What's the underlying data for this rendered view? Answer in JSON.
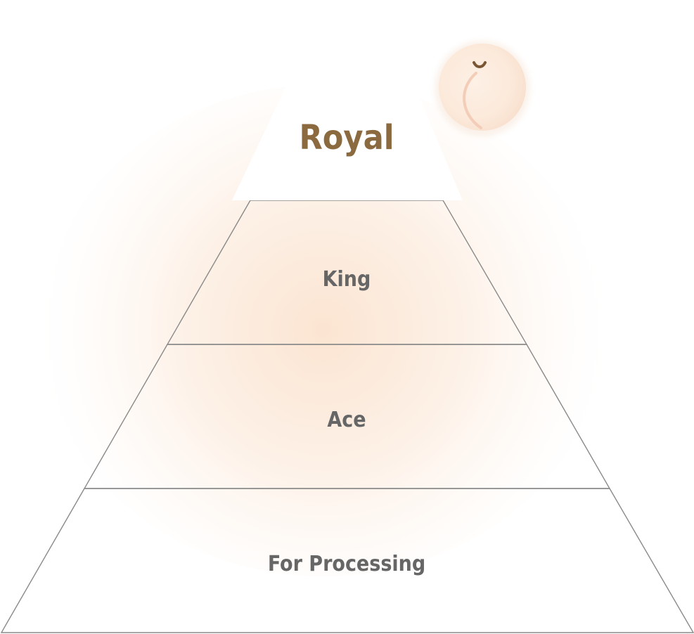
{
  "tiers": [
    {
      "label": "Royal",
      "highlighted": true
    },
    {
      "label": "King",
      "highlighted": false
    },
    {
      "label": "Ace",
      "highlighted": false
    },
    {
      "label": "For Processing",
      "highlighted": false
    }
  ],
  "colors": {
    "highlight_text": "#8B6A3F",
    "tier_text": "#666666",
    "outline": "#8A8A8A",
    "glow": "#FBE6D6",
    "peach": "#FCEADC",
    "peach_crease": "#F3CDB8",
    "peach_stem": "#7A5634"
  },
  "icons": {
    "top_right": "peach-icon"
  }
}
